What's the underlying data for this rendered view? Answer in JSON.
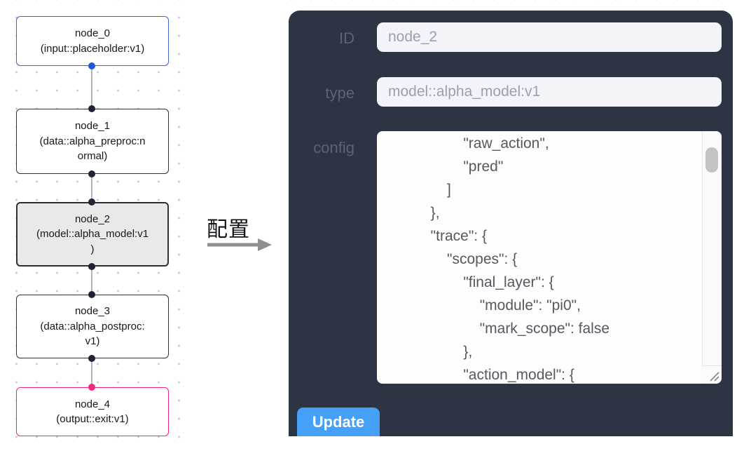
{
  "canvas": {
    "nodes": [
      {
        "title": "node_0",
        "subtitle_full": "(input::placeholder:v1)",
        "subtitle_lines": [
          "(input::placeholder:v1)"
        ],
        "kind": "input",
        "border_color": "#3f63cf",
        "selected": false
      },
      {
        "title": "node_1",
        "subtitle_full": "(data::alpha_preproc:normal)",
        "subtitle_lines": [
          "(data::alpha_preproc:n",
          "ormal)"
        ],
        "kind": "data",
        "border_color": "#2b3036",
        "selected": false
      },
      {
        "title": "node_2",
        "subtitle_full": "(model::alpha_model:v1)",
        "subtitle_lines": [
          "(model::alpha_model:v1",
          ")"
        ],
        "kind": "model",
        "border_color": "#2b3036",
        "selected": true
      },
      {
        "title": "node_3",
        "subtitle_full": "(data::alpha_postproc:v1)",
        "subtitle_lines": [
          "(data::alpha_postproc:",
          "v1)"
        ],
        "kind": "data",
        "border_color": "#2b3036",
        "selected": false
      },
      {
        "title": "node_4",
        "subtitle_full": "(output::exit:v1)",
        "subtitle_lines": [
          "(output::exit:v1)"
        ],
        "kind": "output",
        "border_color": "#f2267c",
        "selected": false
      }
    ],
    "port_colors": {
      "default": "#1e2433",
      "input": "#2059d8",
      "output": "#f5267d"
    },
    "edge_color": "#b5b5ba"
  },
  "transfer": {
    "label": "配置",
    "arrow_color": "#8f8f8f"
  },
  "panel": {
    "background": "#2d3545",
    "id_field": {
      "label": "ID",
      "value": "node_2"
    },
    "type_field": {
      "label": "type",
      "value": "model::alpha_model:v1"
    },
    "config_field": {
      "label": "config",
      "lines": [
        "                \"raw_action\",",
        "                \"pred\"",
        "            ]",
        "        },",
        "        \"trace\": {",
        "            \"scopes\": {",
        "                \"final_layer\": {",
        "                    \"module\": \"pi0\",",
        "                    \"mark_scope\": false",
        "                },",
        "                \"action_model\": {"
      ]
    },
    "update_button": {
      "label": "Update",
      "color": "#45a0f7"
    }
  }
}
